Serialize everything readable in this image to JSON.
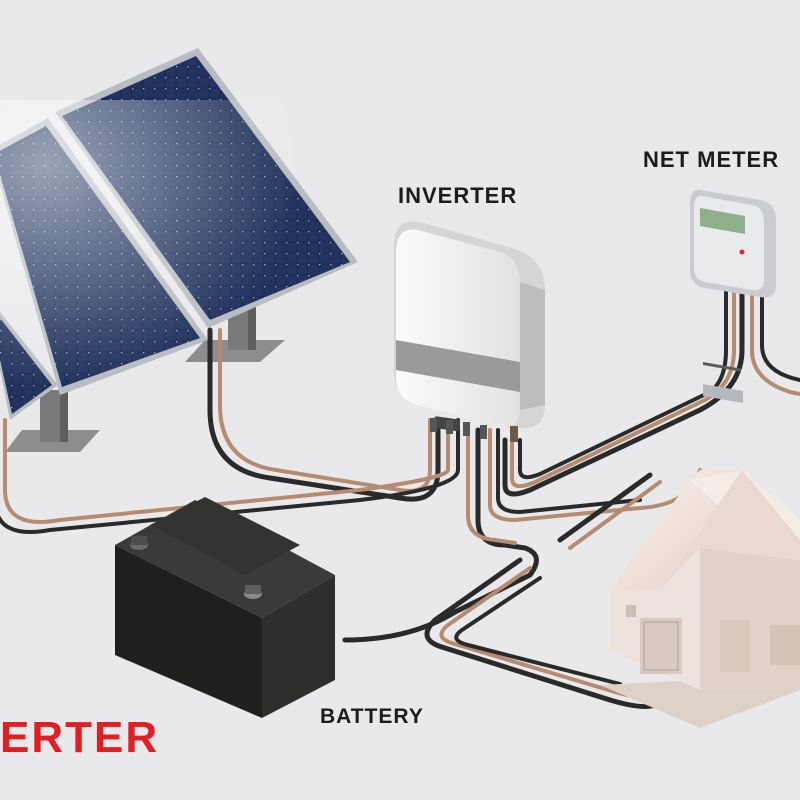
{
  "labels": {
    "inverter": "INVERTER",
    "net_meter": "NET METER",
    "battery": "BATTERY",
    "brand": "ERTER"
  },
  "colors": {
    "background": "#e9e9eb",
    "brand_red": "#e01f24",
    "panel_blue": "#1c2a52",
    "cable_dark": "#2a2a2a",
    "cable_copper": "#b58b72",
    "battery_body": "#262624",
    "house_body": "#e6d8cf"
  },
  "icons": {
    "solar_panel": "solar-panel-icon",
    "inverter": "inverter-icon",
    "net_meter": "meter-icon",
    "battery": "battery-icon",
    "house": "house-icon"
  }
}
